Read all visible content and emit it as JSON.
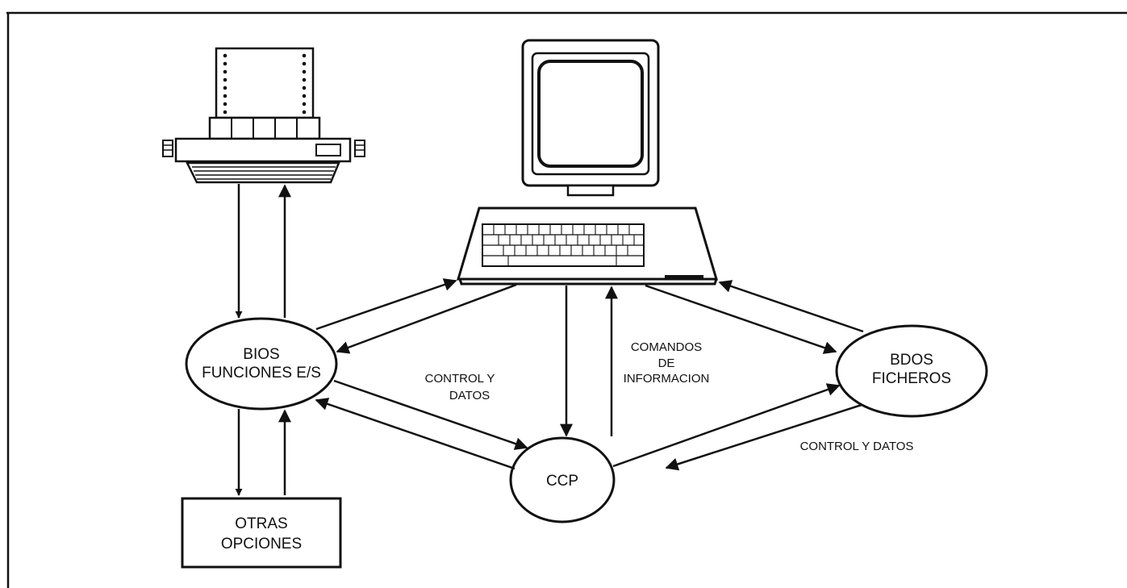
{
  "nodes": {
    "bios": {
      "line1": "BIOS",
      "line2": "FUNCIONES E/S"
    },
    "bdos": {
      "line1": "BDOS",
      "line2": "FICHEROS"
    },
    "ccp": {
      "label": "CCP"
    },
    "otras": {
      "line1": "OTRAS",
      "line2": "OPCIONES"
    }
  },
  "edges": {
    "bios_ccp": {
      "line1": "CONTROL Y",
      "line2": "DATOS"
    },
    "computer_ccp": {
      "line1": "COMANDOS",
      "line2": "DE",
      "line3": "INFORMACION"
    },
    "bdos_ccp": {
      "label": "CONTROL Y DATOS"
    }
  },
  "devices": {
    "printer": "printer-icon",
    "computer": "computer-icon"
  },
  "colors": {
    "ink": "#111111",
    "paper": "#ffffff"
  }
}
